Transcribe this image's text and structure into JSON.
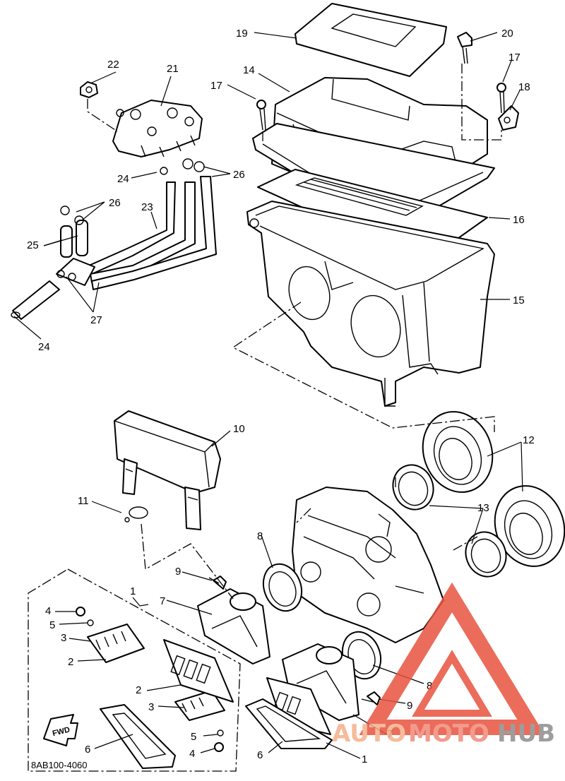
{
  "diagram": {
    "part_numbers": [
      "1",
      "2",
      "3",
      "4",
      "5",
      "6",
      "7",
      "8",
      "9",
      "10",
      "11",
      "12",
      "13",
      "14",
      "15",
      "16",
      "17",
      "18",
      "19",
      "20",
      "21",
      "22",
      "23",
      "24",
      "25",
      "26",
      "27"
    ],
    "diagram_code": "8AB100-4060",
    "fwd_label": "FWD"
  },
  "watermark": {
    "text_a": "AUTO",
    "text_b": "MOTO",
    "text_c": "HUB",
    "color_a": "#f5b08a",
    "color_b": "#f08a7a",
    "color_c": "#8c8c8c",
    "logo_color": "#e8533f"
  }
}
